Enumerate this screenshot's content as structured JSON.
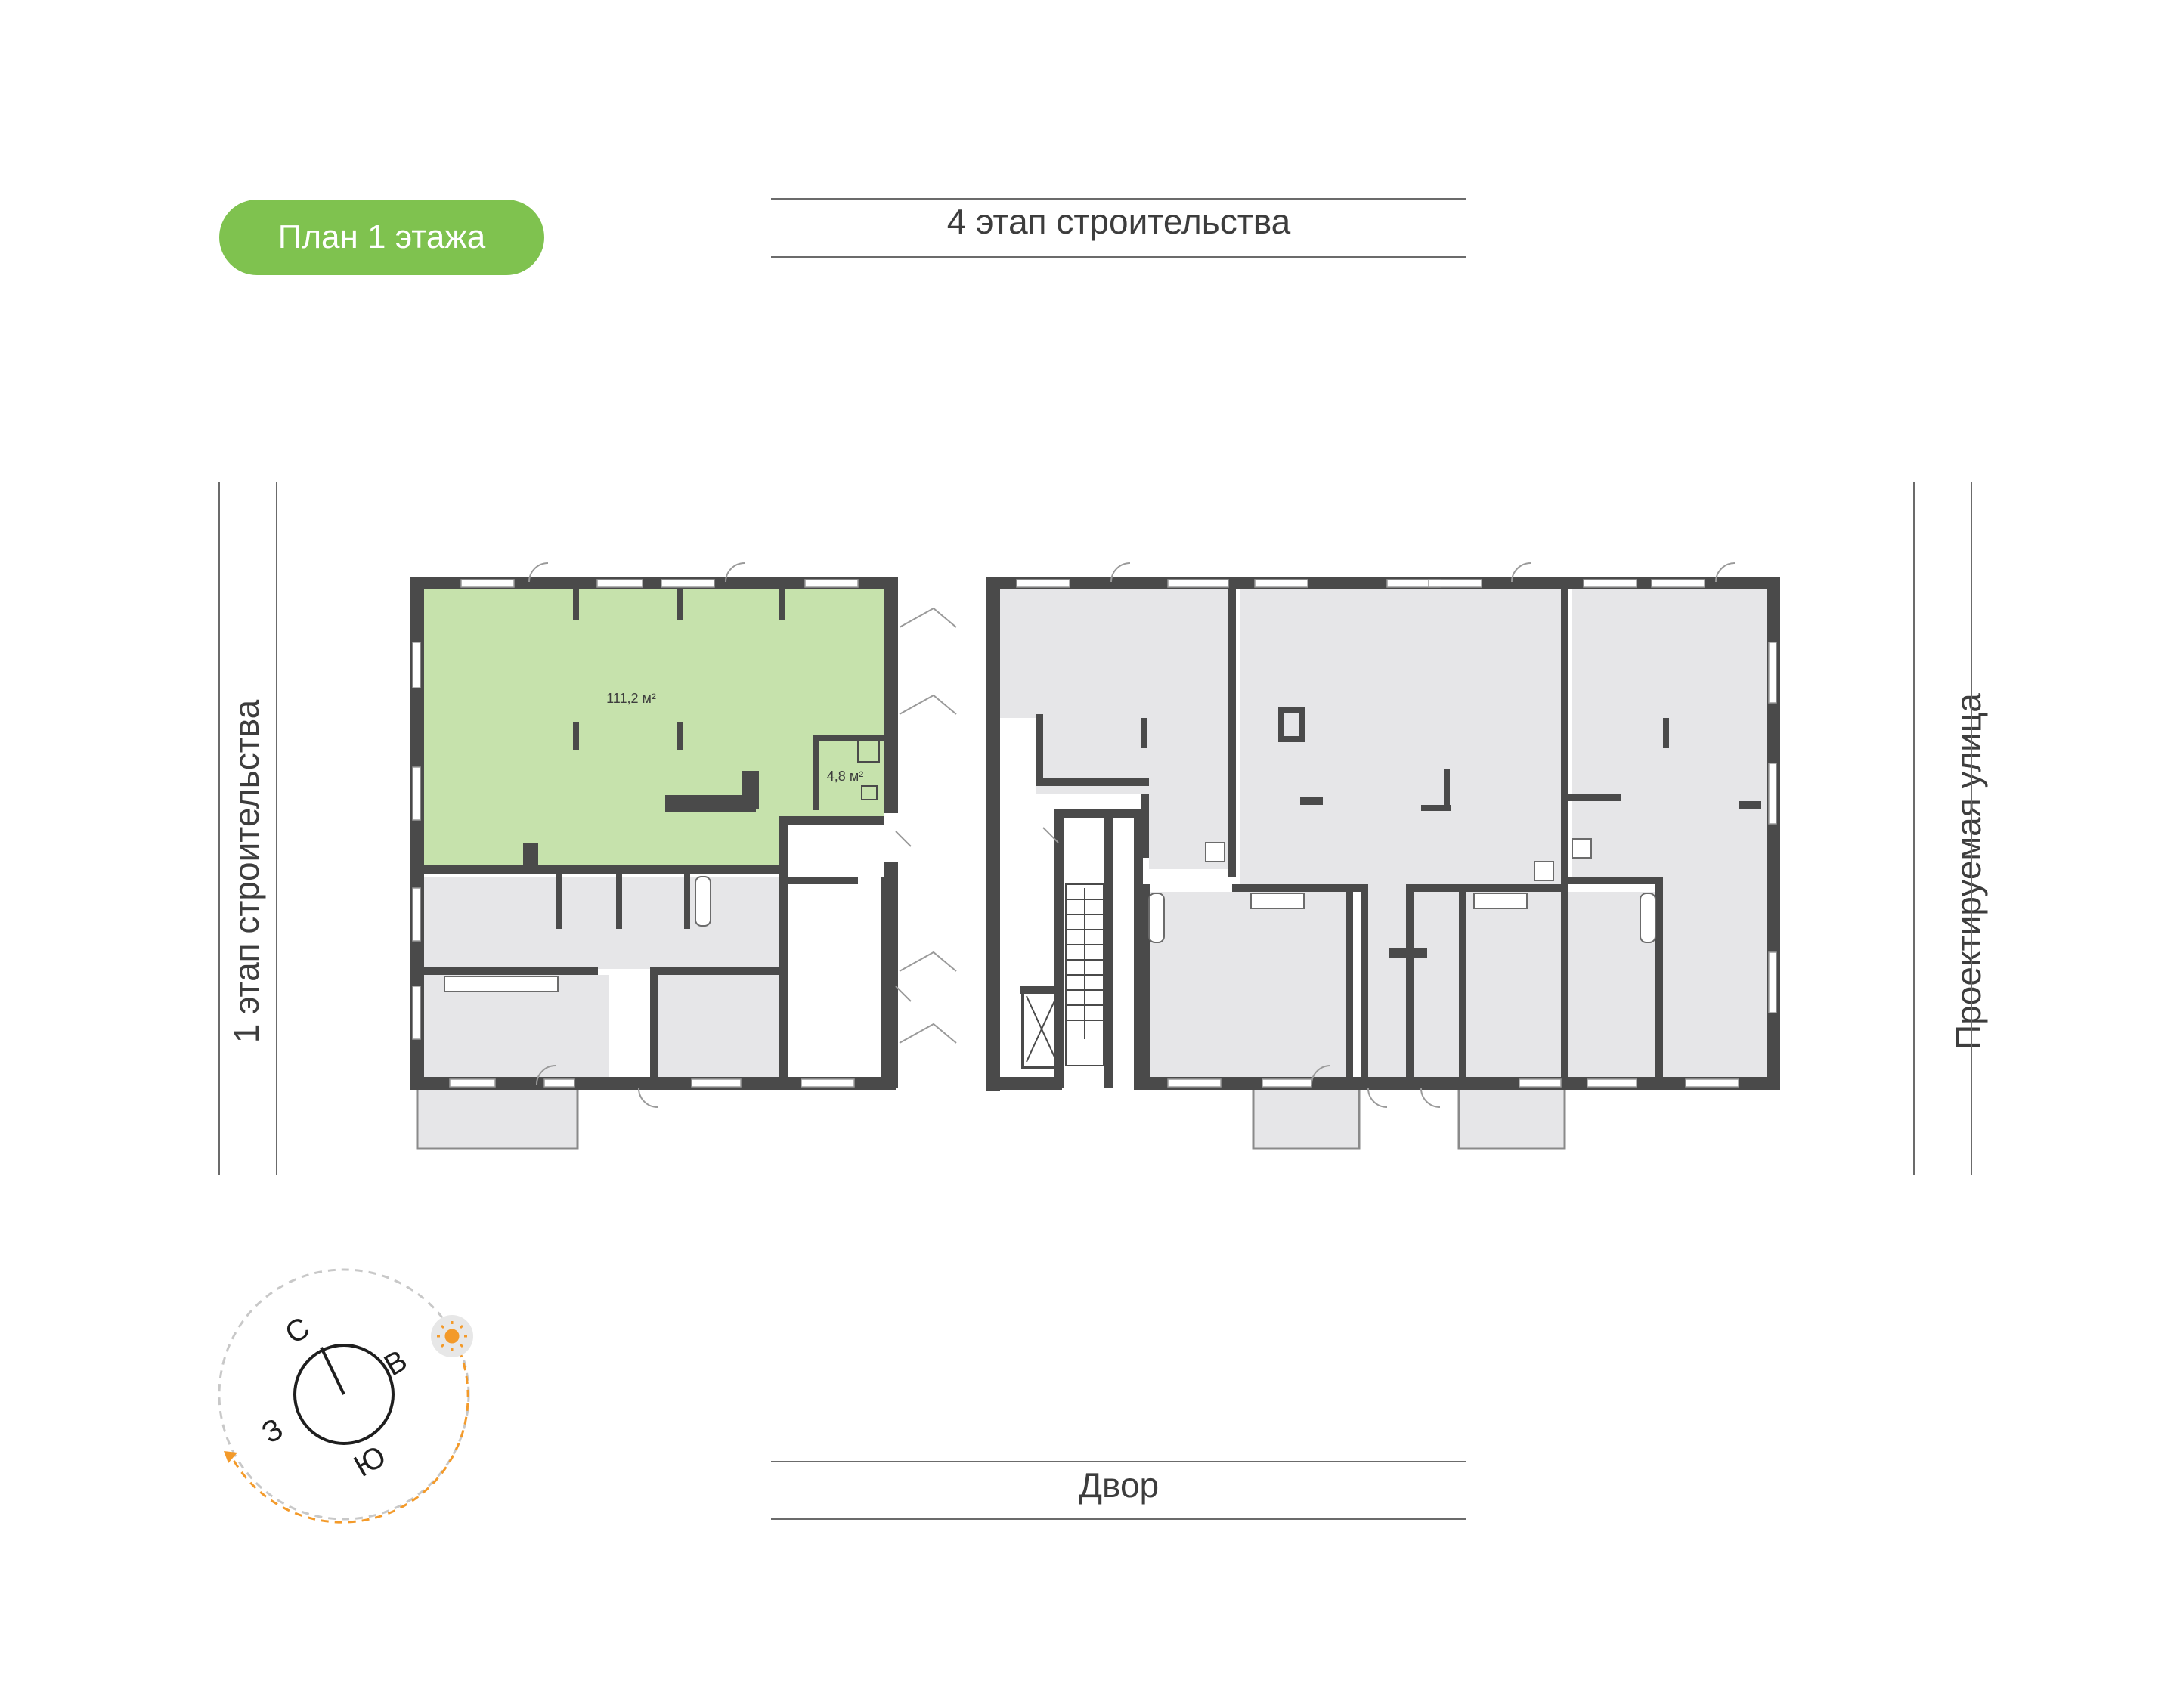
{
  "floor_badge": {
    "label": "План 1 этажа"
  },
  "sides": {
    "top": "4 этап строительства",
    "bottom": "Двор",
    "left": "1 этап строительства",
    "right": "Проектируемая улица"
  },
  "selected_unit": {
    "main_area": "111,2 м²",
    "bath_area": "4,8 м²"
  },
  "compass": {
    "north": "С",
    "east": "В",
    "south": "Ю",
    "west": "З",
    "sun_icon": "sun-icon"
  },
  "colors": {
    "accent": "#7fc24f",
    "selected_fill": "#c6e2ac",
    "unit_fill": "#e6e6e8",
    "wall": "#4a4a4a",
    "sun_path": "#f39a2a"
  }
}
